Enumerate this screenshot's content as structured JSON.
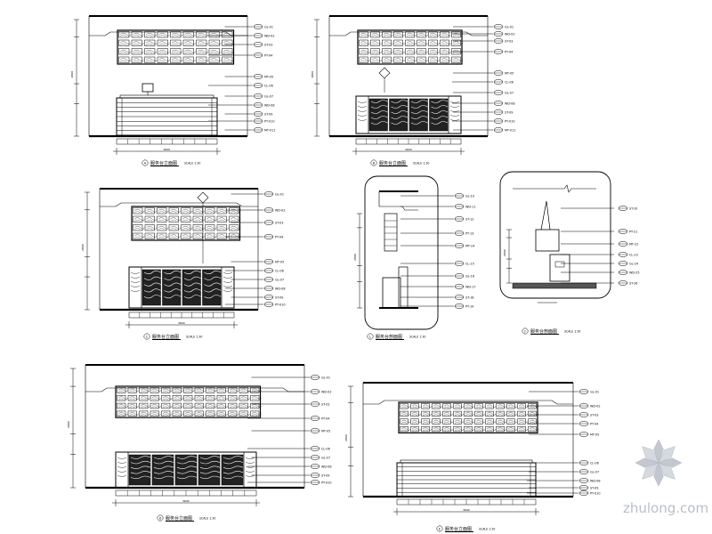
{
  "drawing": {
    "scale_note": "SCALE 1:30",
    "panels": [
      {
        "id": "elev-a",
        "caption": "服务台立面图",
        "number": "A"
      },
      {
        "id": "elev-b",
        "caption": "服务台立面图",
        "number": "B"
      },
      {
        "id": "elev-c",
        "caption": "服务台立面图",
        "number": "C"
      },
      {
        "id": "section-1",
        "caption": "服务台剖面图",
        "number": "1"
      },
      {
        "id": "section-2",
        "caption": "服务台剖面图",
        "number": "2"
      },
      {
        "id": "elev-d",
        "caption": "服务台立面图",
        "number": "D"
      },
      {
        "id": "elev-e",
        "caption": "服务台立面图",
        "number": "E"
      }
    ],
    "material_tags": [
      "GL",
      "WD",
      "ST",
      "PT",
      "MT",
      "CL"
    ]
  },
  "watermark": {
    "text": "zhulong.com"
  },
  "colors": {
    "line": "#000000",
    "paper": "#ffffff",
    "watermark": "#c9ced6"
  }
}
